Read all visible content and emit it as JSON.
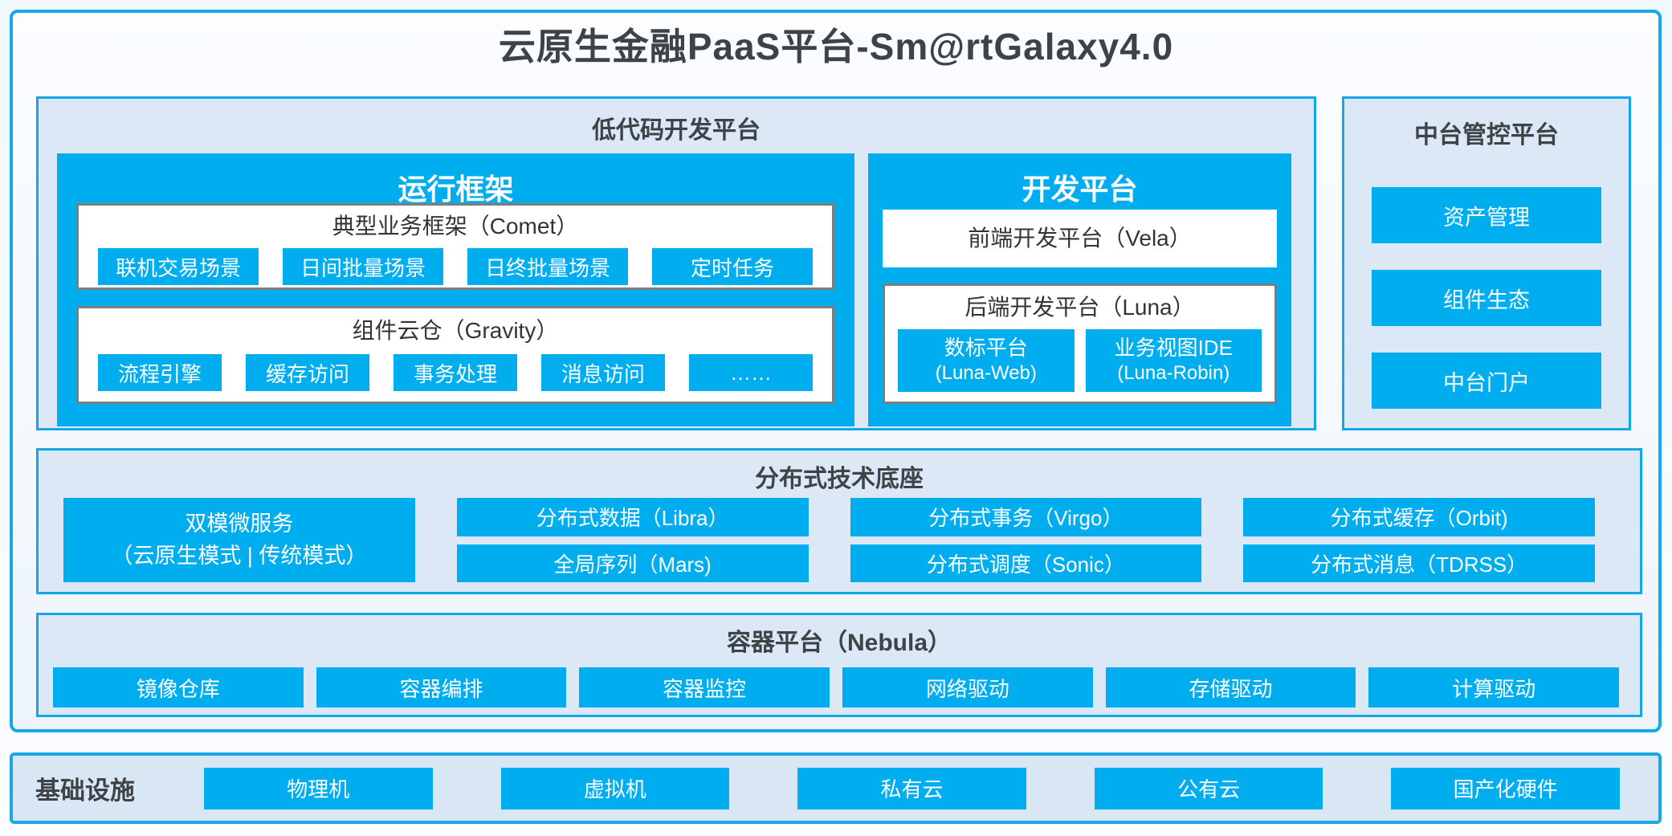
{
  "title": "云原生金融PaaS平台-Sm@rtGalaxy4.0",
  "low_code_platform": {
    "title": "低代码开发平台",
    "runtime_framework": {
      "title": "运行框架",
      "comet": {
        "title": "典型业务框架（Comet）",
        "items": [
          "联机交易场景",
          "日间批量场景",
          "日终批量场景",
          "定时任务"
        ]
      },
      "gravity": {
        "title": "组件云仓（Gravity）",
        "items": [
          "流程引擎",
          "缓存访问",
          "事务处理",
          "消息访问",
          "……"
        ]
      }
    },
    "dev_platform": {
      "title": "开发平台",
      "vela_title": "前端开发平台（Vela）",
      "luna": {
        "title": "后端开发平台（Luna）",
        "items": [
          {
            "line1": "数标平台",
            "line2": "(Luna-Web)"
          },
          {
            "line1": "业务视图IDE",
            "line2": "(Luna-Robin)"
          }
        ]
      }
    }
  },
  "mid_platform": {
    "title": "中台管控平台",
    "items": [
      "资产管理",
      "组件生态",
      "中台门户"
    ]
  },
  "distributed_base": {
    "title": "分布式技术底座",
    "dual_mode": {
      "line1": "双模微服务",
      "line2": "（云原生模式 | 传统模式）"
    },
    "col2": [
      "分布式数据（Libra）",
      "全局序列（Mars)"
    ],
    "col3": [
      "分布式事务（Virgo）",
      "分布式调度（Sonic）"
    ],
    "col4": [
      "分布式缓存（Orbit)",
      "分布式消息（TDRSS）"
    ]
  },
  "container_platform": {
    "title": "容器平台（Nebula）",
    "items": [
      "镜像仓库",
      "容器编排",
      "容器监控",
      "网络驱动",
      "存储驱动",
      "计算驱动"
    ]
  },
  "infrastructure": {
    "title": "基础设施",
    "items": [
      "物理机",
      "虚拟机",
      "私有云",
      "公有云",
      "国产化硬件"
    ]
  },
  "colors": {
    "accent_fill": "#00AEEF",
    "accent_border": "#17A8E7",
    "panel_bg": "#DCE8F5",
    "grey_box_border": "#7D7D7D",
    "heading_text": "#3D4347",
    "button_text": "#FFFFFF"
  }
}
